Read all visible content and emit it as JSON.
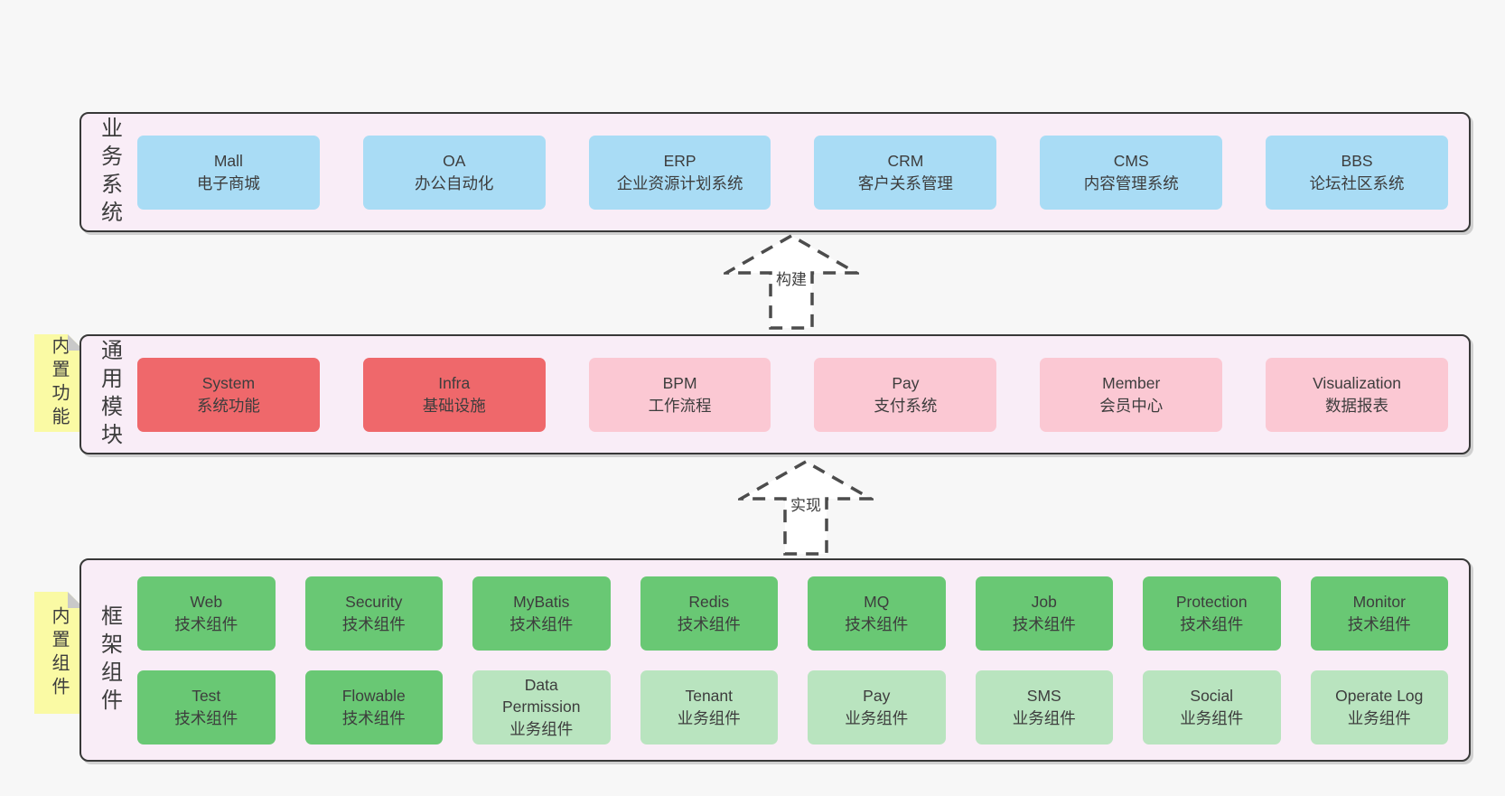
{
  "layers": [
    {
      "label": "业务系统",
      "items": [
        {
          "title": "Mall",
          "subtitle": "电子商城",
          "variant": "blue"
        },
        {
          "title": "OA",
          "subtitle": "办公自动化",
          "variant": "blue"
        },
        {
          "title": "ERP",
          "subtitle": "企业资源计划系统",
          "variant": "blue"
        },
        {
          "title": "CRM",
          "subtitle": "客户关系管理",
          "variant": "blue"
        },
        {
          "title": "CMS",
          "subtitle": "内容管理系统",
          "variant": "blue"
        },
        {
          "title": "BBS",
          "subtitle": "论坛社区系统",
          "variant": "blue"
        }
      ]
    },
    {
      "label": "通用模块",
      "note": "内置功能",
      "items": [
        {
          "title": "System",
          "subtitle": "系统功能",
          "variant": "red"
        },
        {
          "title": "Infra",
          "subtitle": "基础设施",
          "variant": "red"
        },
        {
          "title": "BPM",
          "subtitle": "工作流程",
          "variant": "pink"
        },
        {
          "title": "Pay",
          "subtitle": "支付系统",
          "variant": "pink"
        },
        {
          "title": "Member",
          "subtitle": "会员中心",
          "variant": "pink"
        },
        {
          "title": "Visualization",
          "subtitle": "数据报表",
          "variant": "pink"
        }
      ]
    },
    {
      "label": "框架组件",
      "note": "内置组件",
      "rows": [
        [
          {
            "title": "Web",
            "subtitle": "技术组件",
            "variant": "green"
          },
          {
            "title": "Security",
            "subtitle": "技术组件",
            "variant": "green"
          },
          {
            "title": "MyBatis",
            "subtitle": "技术组件",
            "variant": "green"
          },
          {
            "title": "Redis",
            "subtitle": "技术组件",
            "variant": "green"
          },
          {
            "title": "MQ",
            "subtitle": "技术组件",
            "variant": "green"
          },
          {
            "title": "Job",
            "subtitle": "技术组件",
            "variant": "green"
          },
          {
            "title": "Protection",
            "subtitle": "技术组件",
            "variant": "green"
          },
          {
            "title": "Monitor",
            "subtitle": "技术组件",
            "variant": "green"
          }
        ],
        [
          {
            "title": "Test",
            "subtitle": "技术组件",
            "variant": "green"
          },
          {
            "title": "Flowable",
            "subtitle": "技术组件",
            "variant": "green"
          },
          {
            "title": "Data Permission",
            "subtitle": "业务组件",
            "variant": "light_green"
          },
          {
            "title": "Tenant",
            "subtitle": "业务组件",
            "variant": "light_green"
          },
          {
            "title": "Pay",
            "subtitle": "业务组件",
            "variant": "light_green"
          },
          {
            "title": "SMS",
            "subtitle": "业务组件",
            "variant": "light_green"
          },
          {
            "title": "Social",
            "subtitle": "业务组件",
            "variant": "light_green"
          },
          {
            "title": "Operate Log",
            "subtitle": "业务组件",
            "variant": "light_green"
          }
        ]
      ]
    }
  ],
  "arrows": [
    {
      "label": "构建"
    },
    {
      "label": "实现"
    }
  ],
  "colors": {
    "blue": "#a9dcf5",
    "red": "#ef686b",
    "pink": "#fbc8d3",
    "green": "#69c874",
    "light_green": "#b9e4bf",
    "panel": "#f9edf7",
    "note_yellow": "#fafaa4",
    "fold_gray": "#c9c9c9",
    "background": "#f7f7f7",
    "border": "#383838",
    "text": "#3d3d3d",
    "arrow_stroke": "#4c4c4c"
  }
}
